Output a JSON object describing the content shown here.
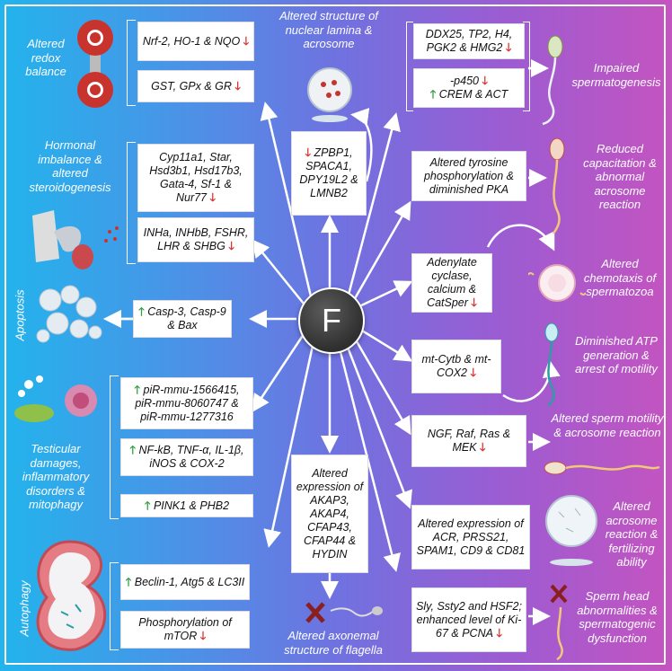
{
  "hub": "F",
  "left": {
    "redox": {
      "label": "Altered redox balance",
      "box1": "Nrf-2, HO-1 & NQO",
      "box2": "GST, GPx & GR"
    },
    "hormonal": {
      "label": "Hormonal imbalance & altered steroidogenesis",
      "box1": "Cyp11a1, Star, Hsd3b1, Hsd17b3, Gata-4, Sf-1 & Nur77",
      "box2": "INHa, INHbB, FSHR, LHR & SHBG"
    },
    "apoptosis": {
      "label": "Apoptosis",
      "box": "Casp-3, Casp-9 & Bax"
    },
    "testicular": {
      "label": "Testicular damages, inflammatory disorders & mitophagy",
      "box1": "piR-mmu-1566415, piR-mmu-8060747 & piR-mmu-1277316",
      "box2": "NF-kB, TNF-α, IL-1β, iNOS & COX-2",
      "box3": "PINK1 & PHB2"
    },
    "autophagy": {
      "label": "Autophagy",
      "box1": "Beclin-1, Atg5 & LC3II",
      "box2": "Phosphorylation of mTOR"
    }
  },
  "center": {
    "lamina_label": "Altered structure of nuclear lamina & acrosome",
    "lamina_box": "ZPBP1, SPACA1, DPY19L2 & LMNB2",
    "axonemal_box": "Altered expression of AKAP3, AKAP4, CFAP43, CFAP44 & HYDIN",
    "axonemal_label": "Altered axonemal structure of flagella"
  },
  "right": {
    "sperm": {
      "label": "Impaired spermatogenesis",
      "box1": "DDX25, TP2, H4, PGK2 & HMG2",
      "box2a": "-p450",
      "box2b": "CREM & ACT"
    },
    "capacitation": {
      "label": "Reduced capacitation & abnormal acrosome reaction",
      "box": "Altered tyrosine phosphorylation & diminished PKA"
    },
    "chemotaxis": {
      "label": "Altered chemotaxis of spermatozoa",
      "box": "Adenylate cyclase, calcium & CatSper"
    },
    "atp": {
      "label": "Diminished ATP generation & arrest of motility",
      "box": "mt-Cytb & mt-COX2"
    },
    "motility": {
      "label": "Altered sperm motility & acrosome reaction",
      "box": "NGF, Raf, Ras & MEK"
    },
    "fertilizing": {
      "label": "Altered acrosome reaction & fertilizing ability",
      "box": "Altered expression of ACR, PRSS21, SPAM1, CD9 & CD81"
    },
    "head": {
      "label": "Sperm head abnormalities & spermatogenic dysfunction",
      "box": "Sly, Ssty2 and HSF2; enhanced level of Ki-67 & PCNA"
    }
  },
  "symbols": {
    "up": "🡑",
    "down": "🡓"
  },
  "colors": {
    "up": "#2e9e3e",
    "down": "#d9302e"
  }
}
